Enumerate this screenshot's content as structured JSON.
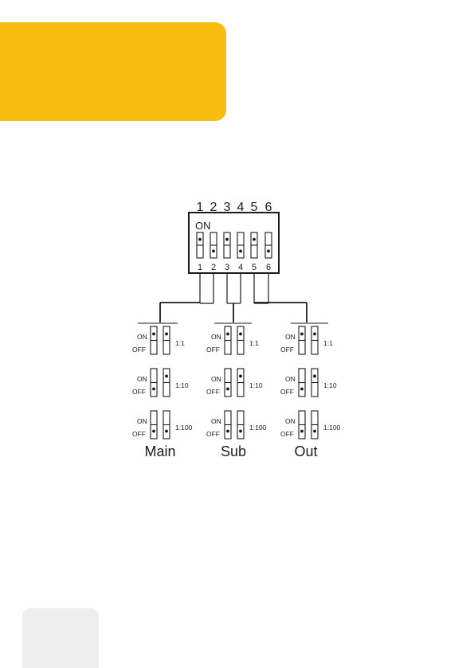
{
  "colors": {
    "banner": "#f9bc11",
    "corner_tab": "#eeeeee",
    "ink": "#1a1a1a"
  },
  "dip_switch": {
    "top_numbers": [
      "1",
      "2",
      "3",
      "4",
      "5",
      "6"
    ],
    "on_label": "ON",
    "bottom_numbers": [
      "1",
      "2",
      "3",
      "4",
      "5",
      "6"
    ],
    "switch_states": [
      "on",
      "off",
      "on",
      "off",
      "on",
      "off"
    ]
  },
  "labels": {
    "on": "ON",
    "off": "OFF"
  },
  "ratios": [
    "1:1",
    "1:10",
    "1:100"
  ],
  "ratio_settings": [
    [
      "on",
      "on"
    ],
    [
      "off",
      "on"
    ],
    [
      "off",
      "off"
    ]
  ],
  "groups": [
    {
      "name": "Main"
    },
    {
      "name": "Sub"
    },
    {
      "name": "Out"
    }
  ]
}
